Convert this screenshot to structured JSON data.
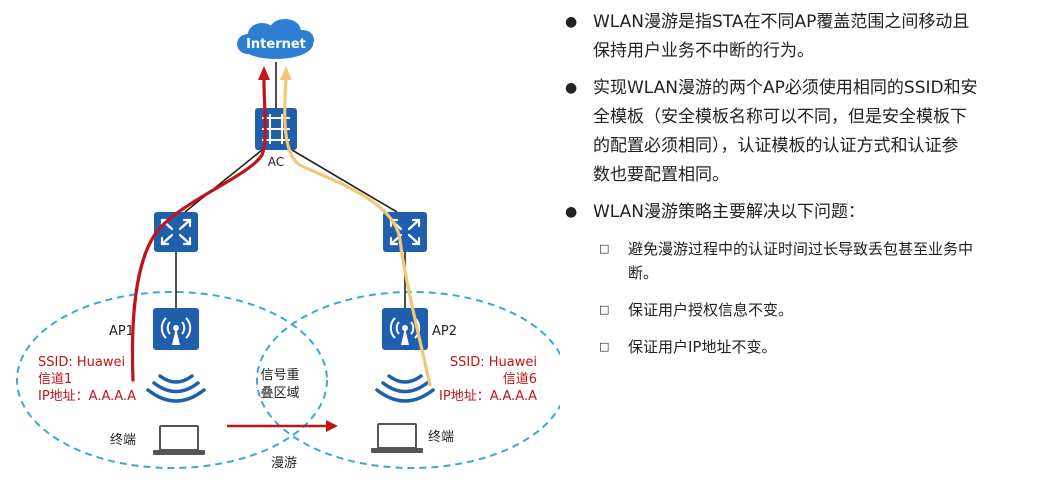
{
  "diagram": {
    "internet_label": "Internet",
    "ac_label": "AC",
    "ap1_label": "AP1",
    "ap2_label": "AP2",
    "ap1_info": {
      "ssid": "SSID: Huawei",
      "channel": "信道1",
      "ip": "IP地址：A.A.A.A"
    },
    "ap2_info": {
      "ssid": "SSID: Huawei",
      "channel": "信道6",
      "ip": "IP地址：A.A.A.A"
    },
    "overlap_line1": "信号重",
    "overlap_line2": "叠区域",
    "terminal_label_1": "终端",
    "terminal_label_2": "终端",
    "roam_label": "漫游",
    "colors": {
      "device_blue": "#1f5fae",
      "cloud_blue": "#2e7fd4",
      "red_path": "#c0141b",
      "yellow_path": "#f2c77a",
      "dash_ellipse": "#3aa7dc",
      "info_red": "#c0141b"
    }
  },
  "bullets": [
    {
      "line1": "WLAN漫游是指STA在不同AP覆盖范围之间移动且",
      "line2": "保持用户业务不中断的行为。"
    },
    {
      "line1": "实现WLAN漫游的两个AP必须使用相同的SSID和安",
      "line2": "全模板（安全模板名称可以不同，但是安全模板下",
      "line3": "的配置必须相同），认证模板的认证方式和认证参",
      "line4": "数也要配置相同。"
    },
    {
      "line1": "WLAN漫游策略主要解决以下问题："
    }
  ],
  "sub_bullets": [
    {
      "line1": "避免漫游过程中的认证时间过长导致丢包甚至业务中",
      "line2": "断。"
    },
    {
      "line1": "保证用户授权信息不变。"
    },
    {
      "line1": "保证用户IP地址不变。"
    }
  ]
}
